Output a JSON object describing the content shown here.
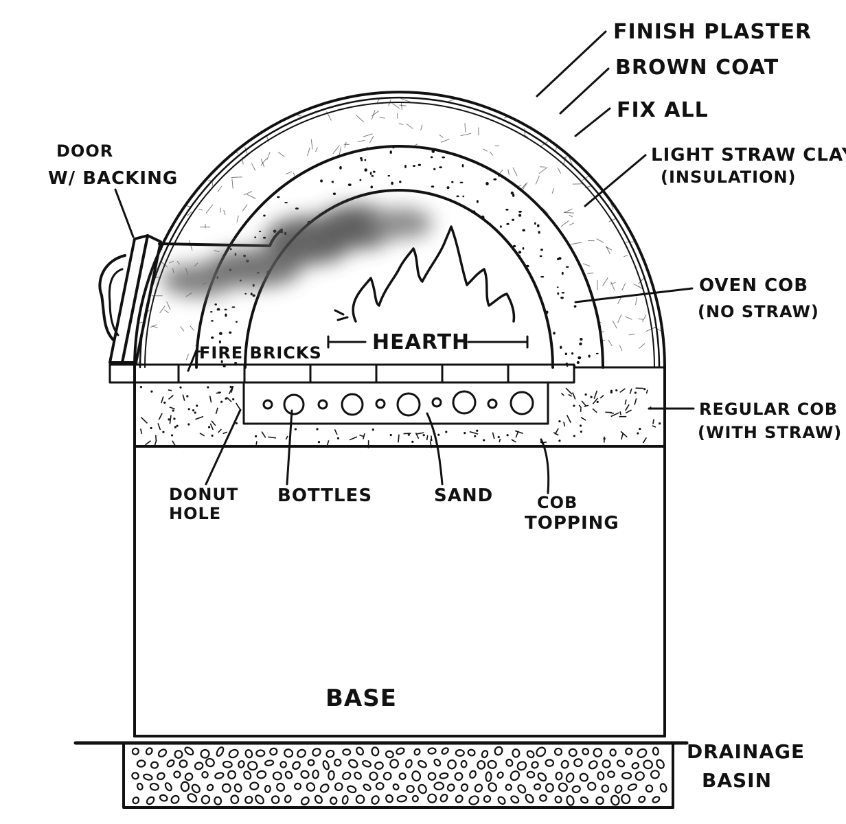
{
  "labels": {
    "finish_plaster": "FINISH PLASTER",
    "brown_coat": "BROWN COAT",
    "fix_all": "FIX ALL",
    "light_straw_clay_1": "LIGHT STRAW CLAY",
    "light_straw_clay_2": "(INSULATION)",
    "door_1": "DOOR",
    "door_2": "W/ BACKING",
    "oven_cob_1": "OVEN COB",
    "oven_cob_2": "(NO STRAW)",
    "fire_bricks": "FIRE BRICKS",
    "hearth": "HEARTH",
    "regular_cob_1": "REGULAR COB",
    "regular_cob_2": "(WITH STRAW)",
    "donut_hole_1": "DONUT",
    "donut_hole_2": "HOLE",
    "bottles": "BOTTLES",
    "sand": "SAND",
    "cob_topping_1": "COB",
    "cob_topping_2": "TOPPING",
    "base": "BASE",
    "drainage_1": "DRAINAGE",
    "drainage_2": "BASIN"
  },
  "colors": {
    "ink": "#111111",
    "paper": "#ffffff",
    "smoke": "#555555"
  }
}
